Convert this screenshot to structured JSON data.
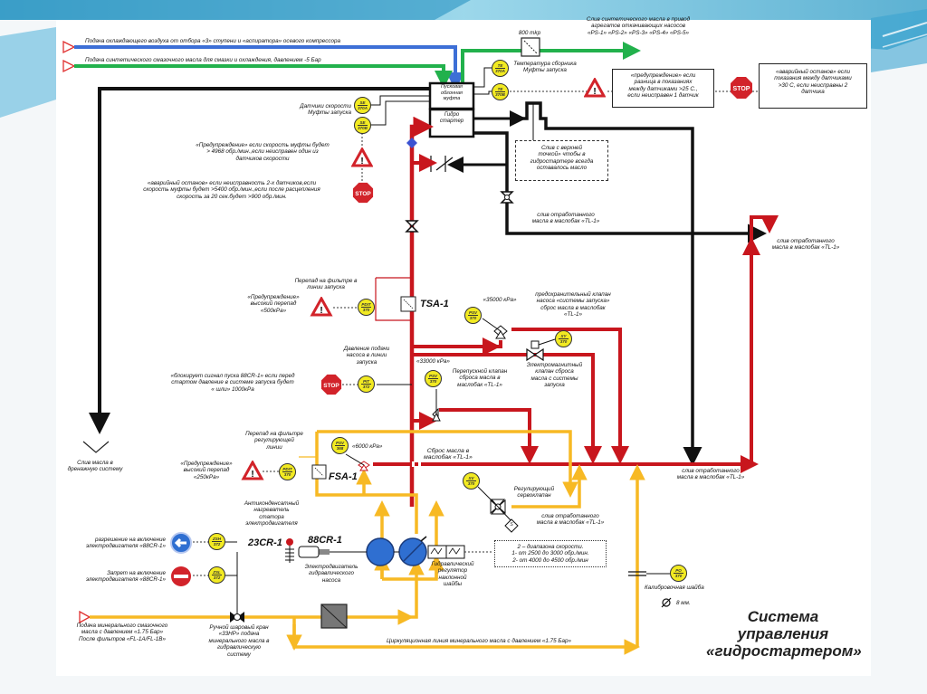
{
  "title": {
    "line1": "Система",
    "line2": "управления",
    "line3": "«гидростартером»"
  },
  "colors": {
    "cooling_air": "#3d6fd6",
    "synthetic_oil": "#22b14c",
    "drain_black": "#111111",
    "high_pressure_oil": "#c8161d",
    "mineral_oil": "#f7b924",
    "sensor_fill": "#f2ea22",
    "pump_fill": "#2f6fd1"
  },
  "inputs": {
    "cooling_air": "Подача охлаждающего воздуха от отбора «3» ступени и «аспиратора» осевого компрессора",
    "synthetic_oil": "Подача синтетического смазочного масла для смазки и охлаждения, давлением -5 Бар",
    "mineral_oil": {
      "line1": "Подача минерального смазочного",
      "line2": "масла с давлением «1.75 Бар»",
      "line3": "После фильтров «FL-1A/FL-1B»"
    }
  },
  "top": {
    "orifice_label": "800 mkp",
    "synthetic_drain": {
      "line1": "Слив синтетического масла в привод",
      "line2": "агрегатов откачивающих насосов",
      "line3": "«PS-1» «PS-2» «PS-3» «PS-4» «PS-5»"
    },
    "temp_label": {
      "line1": "Температура сборника",
      "line2": "Муфты запуска"
    },
    "warning_box": {
      "line1": "«предупреждение» если",
      "line2": "разница в показаниях",
      "line3": "между датчиками >25 С.,",
      "line4": "если неисправен 1 датчик"
    },
    "trip_box": {
      "line1": "«аварийный останов» если",
      "line2": "показания между датчиками",
      "line3": ">30 С, если неисправны 2",
      "line4": "датчика"
    },
    "stop_label": "STOP"
  },
  "clutch": {
    "label": {
      "line1": "Пусковая",
      "line2": "обгонная",
      "line3": "муфта"
    },
    "starter": {
      "line1": "Гидро",
      "line2": "стартер"
    }
  },
  "sensors": [
    {
      "tag": "SE",
      "num": "370A"
    },
    {
      "tag": "SE",
      "num": "370B"
    },
    {
      "tag": "TE",
      "num": "370A"
    },
    {
      "tag": "TE",
      "num": "370B"
    },
    {
      "tag": "PDIT",
      "num": "370"
    },
    {
      "tag": "PIT",
      "num": "372"
    },
    {
      "tag": "PSV",
      "num": "370"
    },
    {
      "tag": "PSV",
      "num": "370"
    },
    {
      "tag": "XY",
      "num": "370"
    },
    {
      "tag": "PSV",
      "num": "368"
    },
    {
      "tag": "PDIT",
      "num": "370"
    },
    {
      "tag": "XV",
      "num": "370"
    },
    {
      "tag": "ZSH",
      "num": "372"
    },
    {
      "tag": "ZSL",
      "num": "372"
    },
    {
      "tag": "PO",
      "num": "370"
    }
  ],
  "left_notes": {
    "speed_sensors": {
      "line1": "Датчики скорости",
      "line2": "Муфты запуска"
    },
    "speed_warning": {
      "line1": "«Предупреждение» если скорость муфты будет",
      "line2": "> 4968 обр./мин.,если неисправен один из",
      "line3": "датчиков скорости"
    },
    "speed_trip": {
      "line1": "«аварийный останов» если неисправность 2-х датчиков,если",
      "line2": "скорость муфты будет >5400 обр./мин.,если после расцепления",
      "line3": "скорость за 20 сек.будет >900 обр./мин."
    },
    "drain_system": {
      "line1": "Слив масла в",
      "line2": "дренажную систему"
    }
  },
  "right_notes": {
    "top_vent": {
      "line1": "Слив с верхней",
      "line2": "точкой» чтобы в",
      "line3": "гидростартере всегда",
      "line4": "оставалось масло"
    },
    "drain_tl1_a": {
      "line1": "слив отработанного",
      "line2": "масла в маслобак «TL-1»"
    },
    "drain_tl1_b": {
      "line1": "слив отработанного",
      "line2": "масла в маслобак «TL-1»"
    },
    "drain_tl1_c": {
      "line1": "слив отработанного",
      "line2": "масла в маслобак «TL-1»"
    },
    "drain_tl1_d": {
      "line1": "слив отработанного",
      "line2": "масла в маслобак «TL-1»"
    }
  },
  "middle": {
    "filter_dp_start": {
      "line1": "Перепад на фильтре в",
      "line2": "линии запуска"
    },
    "high_dp_warning": {
      "line1": "«Предупреждение»",
      "line2": "высокий перепад",
      "line3": "«500кPa»"
    },
    "tsa_label": "TSA-1",
    "psv_35000": "«35000 кPa»",
    "safety_valve": {
      "line1": "предохранительный клапан",
      "line2": "насоса «системы запуска»",
      "line3": "сброс масла в маслобак",
      "line4": "«TL-1»"
    },
    "pump_pressure": {
      "line1": "Давление подачи",
      "line2": "насоса в линии",
      "line3": "запуска"
    },
    "psv_33000": "«33000 кPa»",
    "bypass_valve": {
      "line1": "Перепускной клапан",
      "line2": "сброса масла в",
      "line3": "маслобак «TL-1»"
    },
    "solenoid_valve": {
      "line1": "Электромагнитный",
      "line2": "клапан сброса",
      "line3": "масла с системы",
      "line4": "запуска"
    },
    "block_start": {
      "line1": "«блокирует сигнал пуска 88CR-1» если перед",
      "line2": "стартом давление в системе запуска будет",
      "line3": "« шли» 1000кPa"
    }
  },
  "lower": {
    "filter_dp_reg": {
      "line1": "Перепад на фильтре",
      "line2": "регулирующей",
      "line3": "линии"
    },
    "high_dp_warning2": {
      "line1": "«Предупреждение»",
      "line2": "высокий перепад",
      "line3": "«250кPa»"
    },
    "fsa_label": "FSA-1",
    "psv_6000": "«6000 кPa»",
    "dump_tl1": {
      "line1": "Сброс масла в",
      "line2": "маслобак «TL-1»"
    },
    "reg_servo": {
      "line1": "Регулирующий",
      "line2": "сервоклапан"
    },
    "solenoid_s": "S",
    "speed_ranges": {
      "line1": "2 – диапазона скорости.",
      "line2": "1- от 2500 до 3000 обр./мин.",
      "line3": "2- от 4000 до 4500 обр./мин"
    },
    "heater": {
      "line1": "Антиконденсатный",
      "line2": "нагреватель",
      "line3": "статора",
      "line4": "электродвигателя"
    },
    "heater_tag": "23CR-1",
    "motor_tag": "88CR-1",
    "motor_label": {
      "line1": "Электродвигатель",
      "line2": "гидравлического",
      "line3": "насоса"
    },
    "swash_reg": {
      "line1": "Гидравлический",
      "line2": "регулятор",
      "line3": "наклонной",
      "line4": "шайбы"
    },
    "enable_motor": {
      "line1": "разрешение на включение",
      "line2": "электродвигателя «88CR-1»"
    },
    "inhibit_motor": {
      "line1": "Запрет на включение",
      "line2": "электродвигателя «88CR-1»"
    },
    "ball_valve": {
      "line1": "Ручной шаровый кран",
      "line2": "«33HP» подача",
      "line3": "минерального масла в",
      "line4": "гидравлическую",
      "line5": "систему"
    },
    "circ_line": "Циркуляционная линия минерального масла с давлением «1.75 Бар»",
    "cal_orifice": "Калибровочная шайба",
    "orifice_size": "8 мм."
  }
}
